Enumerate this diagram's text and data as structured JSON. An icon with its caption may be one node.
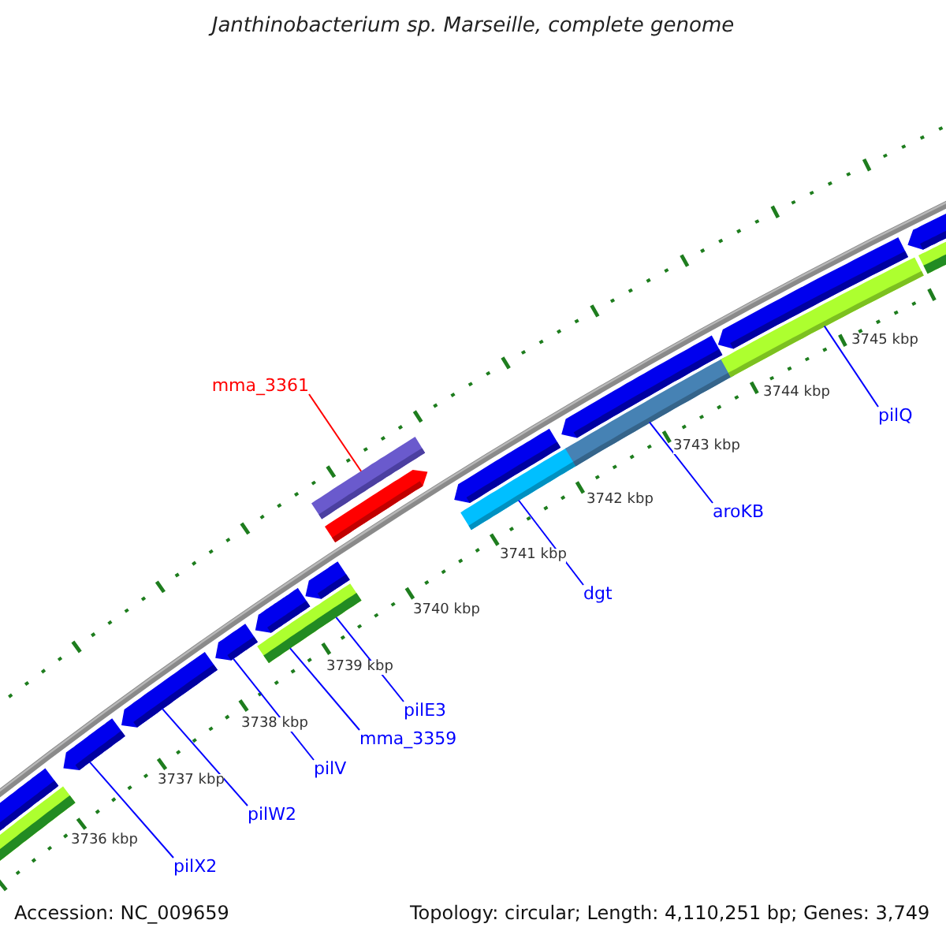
{
  "diagram": {
    "title": "Janthinobacterium sp. Marseille, complete genome",
    "nodes": [
      {
        "text": [
          "mma_3361"
        ]
      },
      {
        "text": [
          "pilQ"
        ]
      },
      {
        "text": [
          "aroKB"
        ]
      },
      {
        "text": [
          "dgt"
        ]
      },
      {
        "text": [
          "pilE3"
        ]
      },
      {
        "text": [
          "mma_3359"
        ]
      },
      {
        "text": [
          "pilV"
        ]
      },
      {
        "text": [
          "pilW2"
        ]
      },
      {
        "text": [
          "pilX2"
        ]
      },
      {
        "text": [],
        "shape": "arrow"
      },
      {
        "text": [],
        "shape": "bar"
      },
      {
        "text": [],
        "shape": "arrow"
      },
      {
        "text": [],
        "shape": "arrow"
      },
      {
        "text": [],
        "shape": "arrow"
      },
      {
        "text": [],
        "shape": "arrow"
      },
      {
        "text": [],
        "shape": "bar"
      },
      {
        "text": [],
        "shape": "arrow"
      },
      {
        "text": [],
        "shape": "bar"
      },
      {
        "text": [],
        "shape": "arrow"
      },
      {
        "text": [],
        "shape": "arrow"
      },
      {
        "text": [],
        "shape": "bar"
      },
      {
        "text": [],
        "shape": "arrow"
      },
      {
        "text": [],
        "shape": "bar"
      },
      {
        "text": [],
        "shape": "arrow"
      },
      {
        "text": [],
        "shape": "bar"
      },
      {
        "text": [],
        "shape": "arrow"
      },
      {
        "text": [],
        "shape": "bar"
      }
    ],
    "edges": [
      {
        "from": 0,
        "to": 17,
        "arrow": "none",
        "color": "#ff0000"
      },
      {
        "from": 1,
        "to": 24,
        "arrow": "none"
      },
      {
        "from": 2,
        "to": 22,
        "arrow": "none"
      },
      {
        "from": 3,
        "to": 20,
        "arrow": "none"
      },
      {
        "from": 4,
        "to": 15,
        "arrow": "none"
      },
      {
        "from": 5,
        "to": 15,
        "arrow": "none"
      },
      {
        "from": 6,
        "to": 13,
        "arrow": "none"
      },
      {
        "from": 7,
        "to": 12,
        "arrow": "none"
      },
      {
        "from": 8,
        "to": 11,
        "arrow": "none"
      }
    ],
    "labels": [
      "3745 kbp",
      "3744 kbp",
      "3743 kbp",
      "3742 kbp",
      "3741 kbp",
      "3740 kbp",
      "3739 kbp",
      "3738 kbp",
      "3737 kbp",
      "3736 kbp",
      "Accession: NC_009659",
      "Topology: circular; Length: 4,110,251 bp; Genes: 3,749"
    ]
  }
}
